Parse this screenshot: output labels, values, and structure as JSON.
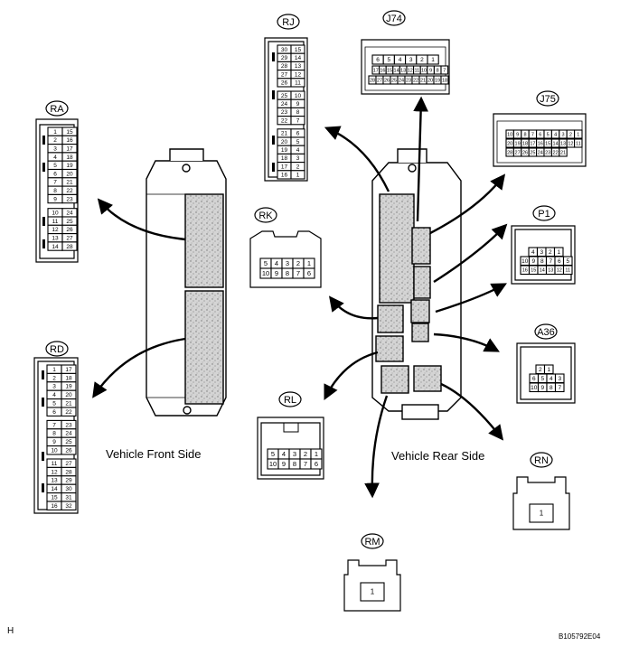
{
  "labels": {
    "front": "Vehicle Front Side",
    "rear": "Vehicle Rear Side",
    "corner_left": "H",
    "corner_right": "B105792E04"
  },
  "connectors": {
    "RA": {
      "name": "RA",
      "rows": [
        [
          "1",
          "15"
        ],
        [
          "2",
          "16"
        ],
        [
          "3",
          "17"
        ],
        [
          "4",
          "18"
        ],
        [
          "5",
          "19"
        ],
        [
          "6",
          "20"
        ],
        [
          "7",
          "21"
        ],
        [
          "8",
          "22"
        ],
        [
          "9",
          "23"
        ],
        [
          "10",
          "24"
        ],
        [
          "11",
          "25"
        ],
        [
          "12",
          "26"
        ],
        [
          "13",
          "27"
        ],
        [
          "14",
          "28"
        ]
      ]
    },
    "RD": {
      "name": "RD",
      "rows": [
        [
          "1",
          "17"
        ],
        [
          "2",
          "18"
        ],
        [
          "3",
          "19"
        ],
        [
          "4",
          "20"
        ],
        [
          "5",
          "21"
        ],
        [
          "6",
          "22"
        ],
        [
          "7",
          "23"
        ],
        [
          "8",
          "24"
        ],
        [
          "9",
          "25"
        ],
        [
          "10",
          "26"
        ],
        [
          "11",
          "27"
        ],
        [
          "12",
          "28"
        ],
        [
          "13",
          "29"
        ],
        [
          "14",
          "30"
        ],
        [
          "15",
          "31"
        ],
        [
          "16",
          "32"
        ]
      ]
    },
    "RJ": {
      "name": "RJ",
      "rows": [
        [
          "30",
          "15"
        ],
        [
          "29",
          "14"
        ],
        [
          "28",
          "13"
        ],
        [
          "27",
          "12"
        ],
        [
          "26",
          "11"
        ],
        [
          "25",
          "10"
        ],
        [
          "24",
          "9"
        ],
        [
          "23",
          "8"
        ],
        [
          "22",
          "7"
        ],
        [
          "21",
          "6"
        ],
        [
          "20",
          "5"
        ],
        [
          "19",
          "4"
        ],
        [
          "18",
          "3"
        ],
        [
          "17",
          "2"
        ],
        [
          "16",
          "1"
        ]
      ]
    },
    "J74": {
      "name": "J74",
      "row1": [
        "6",
        "5",
        "4",
        "3",
        "2",
        "1"
      ],
      "row2": [
        "17",
        "16",
        "15",
        "14",
        "13",
        "12",
        "11",
        "10",
        "9",
        "8",
        "7"
      ],
      "row3": [
        "28",
        "27",
        "26",
        "25",
        "24",
        "23",
        "22",
        "21",
        "20",
        "19",
        "18"
      ]
    },
    "J75": {
      "name": "J75",
      "row1": [
        "10",
        "9",
        "8",
        "7",
        "6",
        "5",
        "4",
        "3",
        "2",
        "1"
      ],
      "row2": [
        "20",
        "19",
        "18",
        "17",
        "16",
        "15",
        "14",
        "13",
        "12",
        "11"
      ],
      "row3": [
        "28",
        "27",
        "26",
        "25",
        "24",
        "23",
        "22",
        "21"
      ]
    },
    "RK": {
      "name": "RK",
      "row1": [
        "5",
        "4",
        "3",
        "2",
        "1"
      ],
      "row2": [
        "10",
        "9",
        "8",
        "7",
        "6"
      ]
    },
    "RL": {
      "name": "RL",
      "row1": [
        "5",
        "4",
        "3",
        "2",
        "1"
      ],
      "row2": [
        "10",
        "9",
        "8",
        "7",
        "6"
      ]
    },
    "P1": {
      "name": "P1",
      "row1": [
        "4",
        "3",
        "2",
        "1"
      ],
      "row2": [
        "10",
        "9",
        "8",
        "7",
        "6",
        "5"
      ],
      "row3": [
        "16",
        "15",
        "14",
        "13",
        "12",
        "11"
      ]
    },
    "A36": {
      "name": "A36",
      "row1": [
        "2",
        "1"
      ],
      "row2": [
        "6",
        "5",
        "4",
        "3"
      ],
      "row3": [
        "10",
        "9",
        "8",
        "7"
      ]
    },
    "RN": {
      "name": "RN",
      "pin": "1"
    },
    "RM": {
      "name": "RM",
      "pin": "1"
    }
  },
  "colors": {
    "line": "#000000",
    "shade": "#c8c8c8",
    "background": "#ffffff"
  }
}
